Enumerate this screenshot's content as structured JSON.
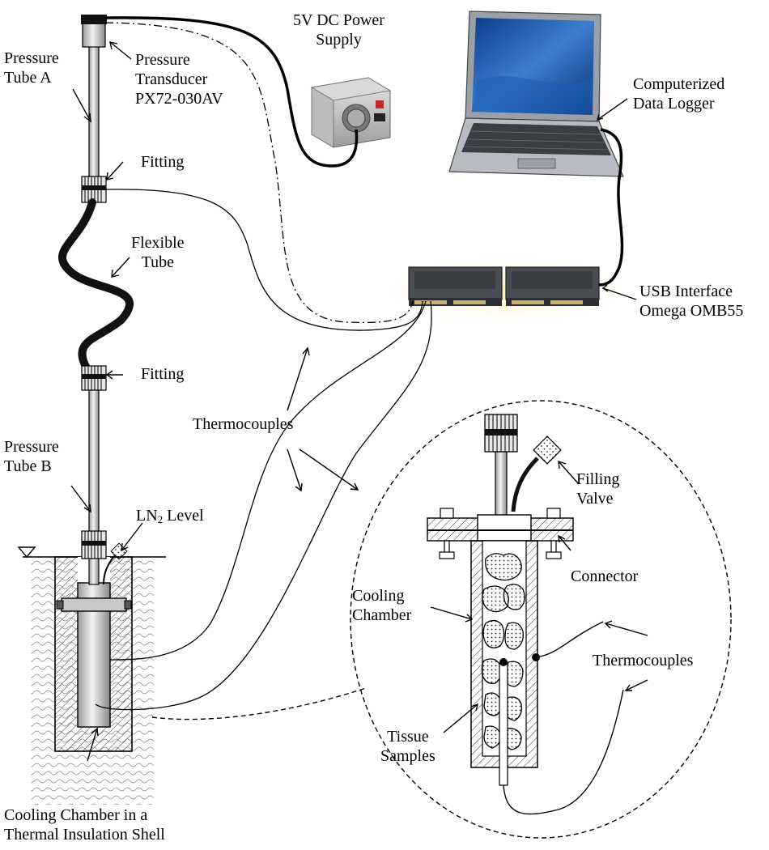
{
  "labels": {
    "pressure_tube_a": [
      "Pressure",
      "Tube A"
    ],
    "pressure_transducer": [
      "Pressure",
      "Transducer",
      "PX72-030AV"
    ],
    "power_supply": [
      "5V DC Power",
      "Supply"
    ],
    "data_logger": [
      "Computerized",
      "Data Logger"
    ],
    "fitting_top": "Fitting",
    "flexible_tube": [
      "Flexible",
      "Tube"
    ],
    "usb_interface": [
      "USB Interface",
      "Omega OMB55"
    ],
    "fitting_bottom": "Fitting",
    "thermocouples_main": "Thermocouples",
    "pressure_tube_b": [
      "Pressure",
      "Tube B"
    ],
    "ln2_level": {
      "main": "LN",
      "sub": "2",
      "rest": " Level"
    },
    "filling_valve": [
      "Filling",
      "Valve"
    ],
    "connector": "Connector",
    "cooling_chamber_detail": [
      "Cooling",
      "Chamber"
    ],
    "thermocouples_detail": "Thermocouples",
    "tissue_samples": [
      "Tissue",
      "Samples"
    ],
    "cooling_chamber_shell": [
      "Cooling Chamber in a",
      "Thermal Insulation Shell"
    ]
  }
}
